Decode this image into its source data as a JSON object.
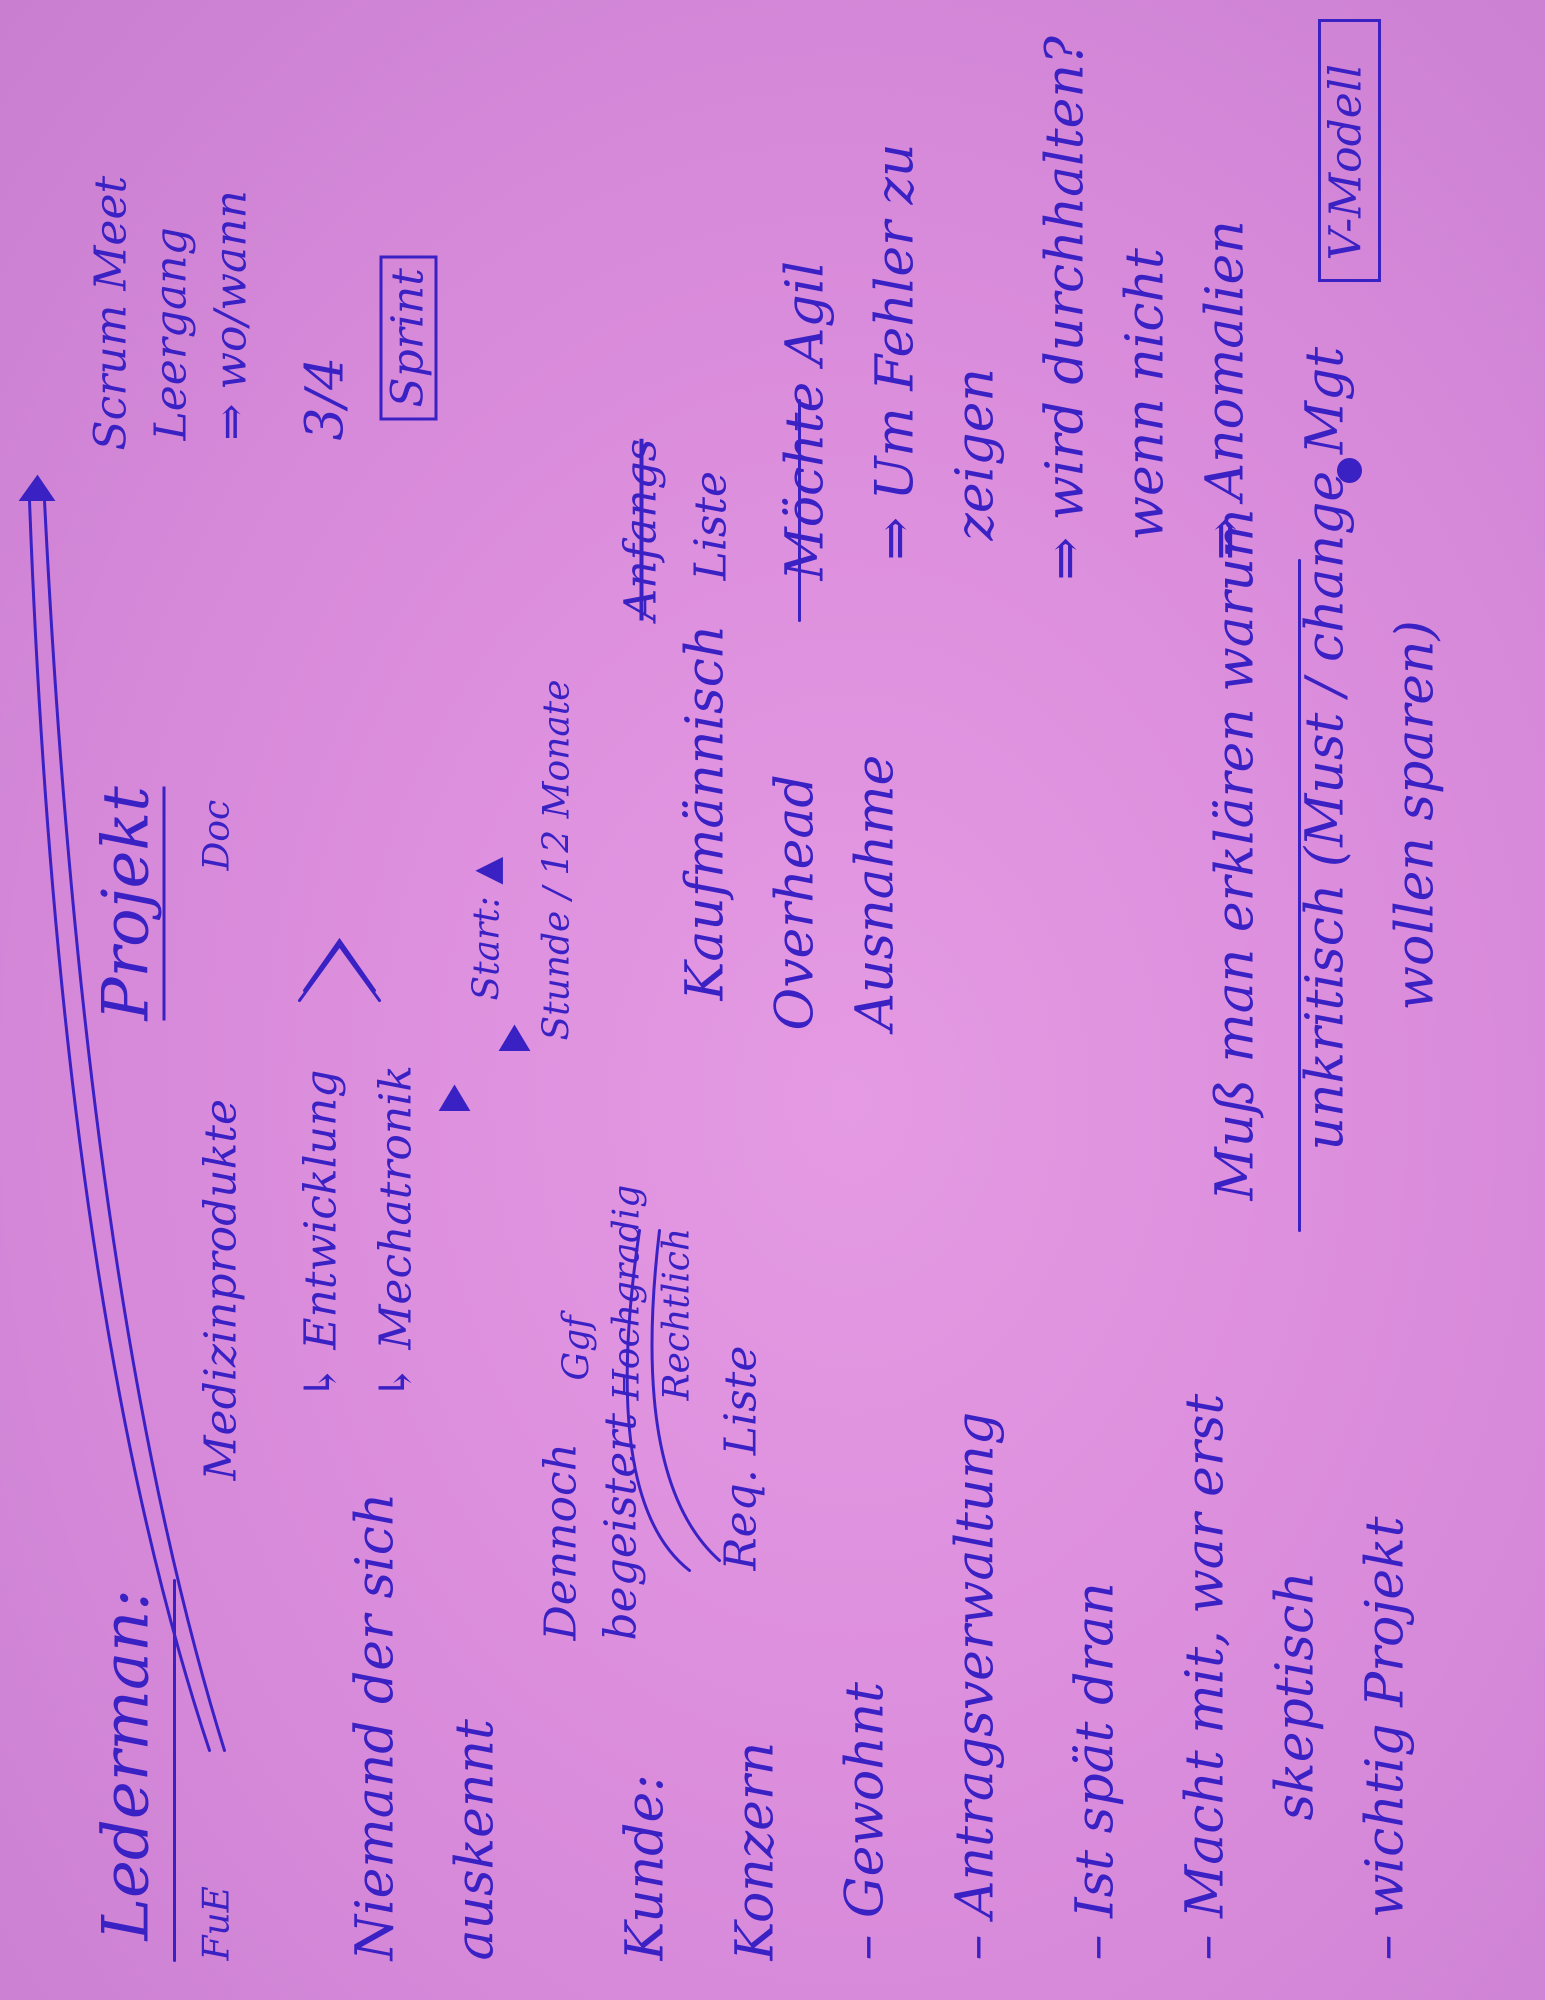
{
  "note": {
    "title": "Lederman:",
    "project_heading": "Projekt",
    "label_fue": "FuE",
    "line_niemand": "Niemand der sich",
    "line_auskennt": "auskennt",
    "line_dennoch": "Dennoch",
    "line_begeistert": "begeistert",
    "line_kunde": "Kunde:",
    "line_konzern": "Konzern",
    "line_req": "Req. Liste",
    "line_gewohnt": "– Gewohnt",
    "line_antragsverwaltung": "– Antragsverwaltung",
    "line_ist_spaet": "– Ist spät dran",
    "line_macht_mit": "– Macht mit, war erst",
    "line_skeptisch": "skeptisch",
    "line_wichtig": "– wichtig Projekt",
    "line_medizinprodukte": "Medizinprodukte",
    "line_entwicklung": "↳ Entwicklung",
    "line_mechatronik": "↳ Mechatronik",
    "line_start": "Start: ▲",
    "line_stunde": "Stunde / 12 Monate",
    "line_kaufmaennisch": "Kaufmännisch",
    "line_overhead": "Overhead",
    "line_ausnahme": "Ausnahme",
    "line_muss_man": "Muß man erklären warum",
    "line_unkritisch": "unkritisch (Must / change Mgt",
    "line_wollen_sparen": "wollen sparen)",
    "line_scrum": "Scrum Meet",
    "line_lessons": "Leergang",
    "line_wo_wann": "⇒ wo/wann",
    "line_fraction": "3/4",
    "line_sprint": "Sprint",
    "line_vmodell": "V-Modell",
    "line_agile_crossed": "Anfangs",
    "line_liste": "Liste",
    "line_moechte_agil": "Möchte Agil",
    "line_um_fehler": "⇒ Um Fehler zu",
    "line_zeigen": "zeigen",
    "line_wird_durchhalten": "⇒ wird durchhalten?",
    "line_wenn_nicht": "wenn nicht",
    "line_anomalien": "⇒ Anomalien",
    "line_ggf": "Ggf",
    "line_hochgradig": "Hochgradig",
    "line_rechtlich": "Rechtlich",
    "line_doc": "Doc"
  }
}
